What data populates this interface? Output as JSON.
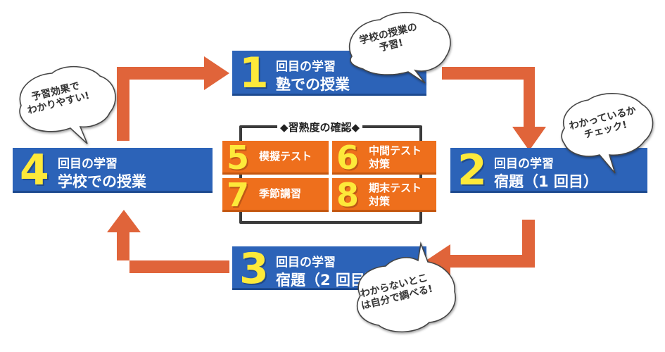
{
  "center": {
    "title": "◆習熟度の確認◆",
    "items": [
      {
        "num": "5",
        "lines": [
          "模擬テスト"
        ]
      },
      {
        "num": "6",
        "lines": [
          "中間テスト",
          "対策"
        ]
      },
      {
        "num": "7",
        "lines": [
          "季節講習"
        ]
      },
      {
        "num": "8",
        "lines": [
          "期末テスト",
          "対策"
        ]
      }
    ]
  },
  "steps": [
    {
      "num": "1",
      "line1": "回目の学習",
      "line2": "塾での授業"
    },
    {
      "num": "2",
      "line1": "回目の学習",
      "line2": "宿題（1 回目）"
    },
    {
      "num": "3",
      "line1": "回目の学習",
      "line2": "宿題（2 回目）"
    },
    {
      "num": "4",
      "line1": "回目の学習",
      "line2": "学校での授業"
    }
  ],
  "bubbles": [
    {
      "lines": [
        "学校の授業の",
        "予習!"
      ]
    },
    {
      "lines": [
        "わかっているか",
        "チェック!"
      ]
    },
    {
      "lines": [
        "わからないとこ",
        "は自分で調べる!"
      ]
    },
    {
      "lines": [
        "予習効果で",
        "わかりやすい!"
      ]
    }
  ],
  "colors": {
    "blue": "#2c63b8",
    "orange": "#ee6f1c",
    "arrow": "#e0643a",
    "yellow": "#fde93a"
  }
}
